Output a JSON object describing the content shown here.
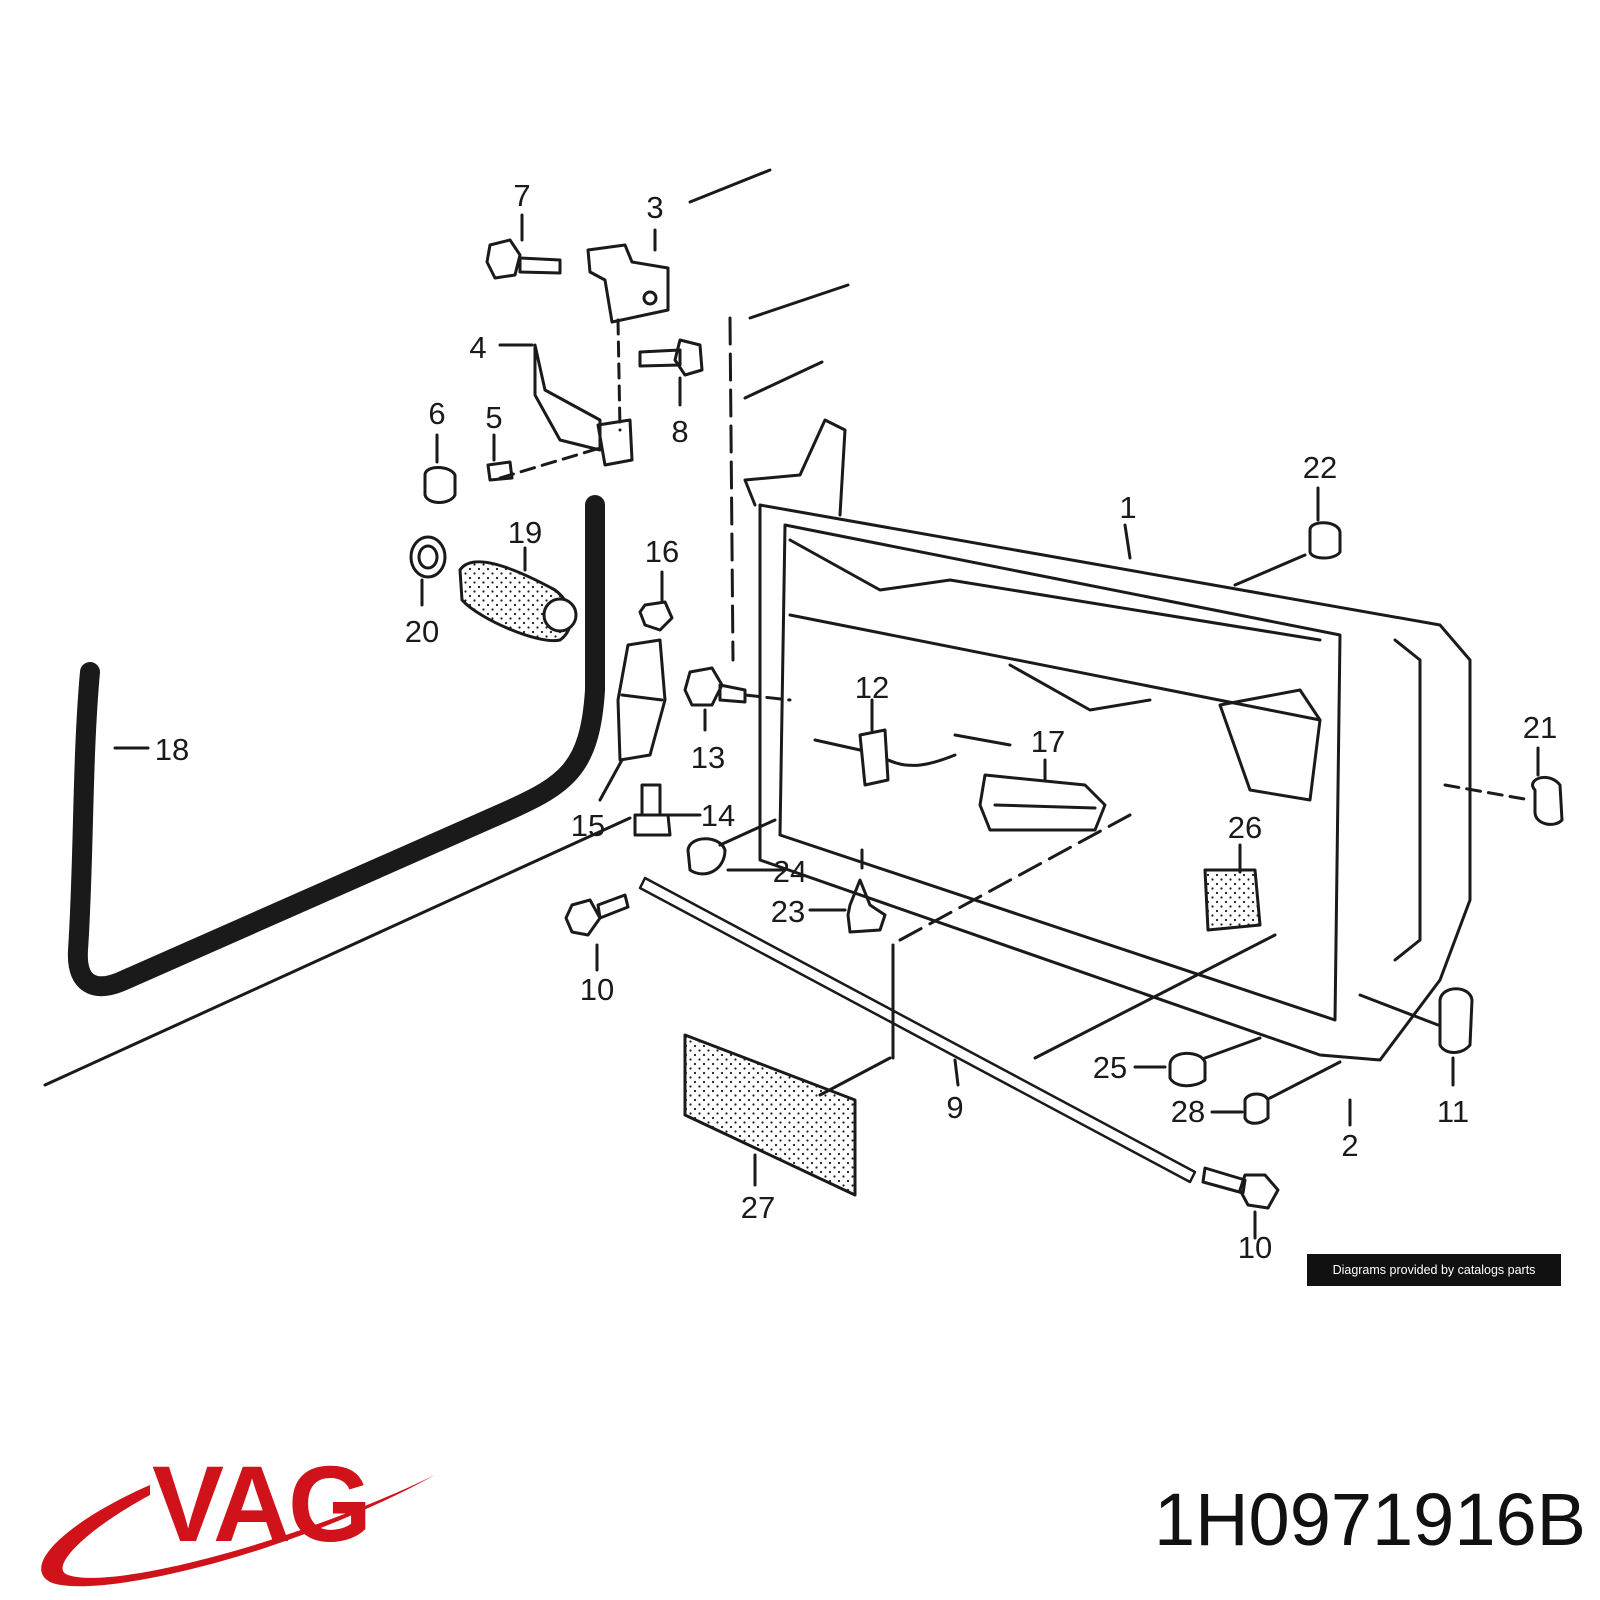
{
  "colors": {
    "brand_red": "#d0121a",
    "line": "#1a1a1a",
    "credit_bg": "#111111"
  },
  "diagram": {
    "callouts": [
      {
        "label": "1"
      },
      {
        "label": "2"
      },
      {
        "label": "3"
      },
      {
        "label": "4"
      },
      {
        "label": "5"
      },
      {
        "label": "6"
      },
      {
        "label": "7"
      },
      {
        "label": "8"
      },
      {
        "label": "9"
      },
      {
        "label": "10"
      },
      {
        "label": "10"
      },
      {
        "label": "11"
      },
      {
        "label": "12"
      },
      {
        "label": "13"
      },
      {
        "label": "14"
      },
      {
        "label": "15"
      },
      {
        "label": "16"
      },
      {
        "label": "17"
      },
      {
        "label": "18"
      },
      {
        "label": "19"
      },
      {
        "label": "20"
      },
      {
        "label": "21"
      },
      {
        "label": "22"
      },
      {
        "label": "23"
      },
      {
        "label": "24"
      },
      {
        "label": "25"
      },
      {
        "label": "26"
      },
      {
        "label": "27"
      },
      {
        "label": "28"
      }
    ]
  },
  "credit": "Diagrams provided by catalogs parts",
  "brand": {
    "name": "VAG"
  },
  "part_number": "1H0971916B"
}
